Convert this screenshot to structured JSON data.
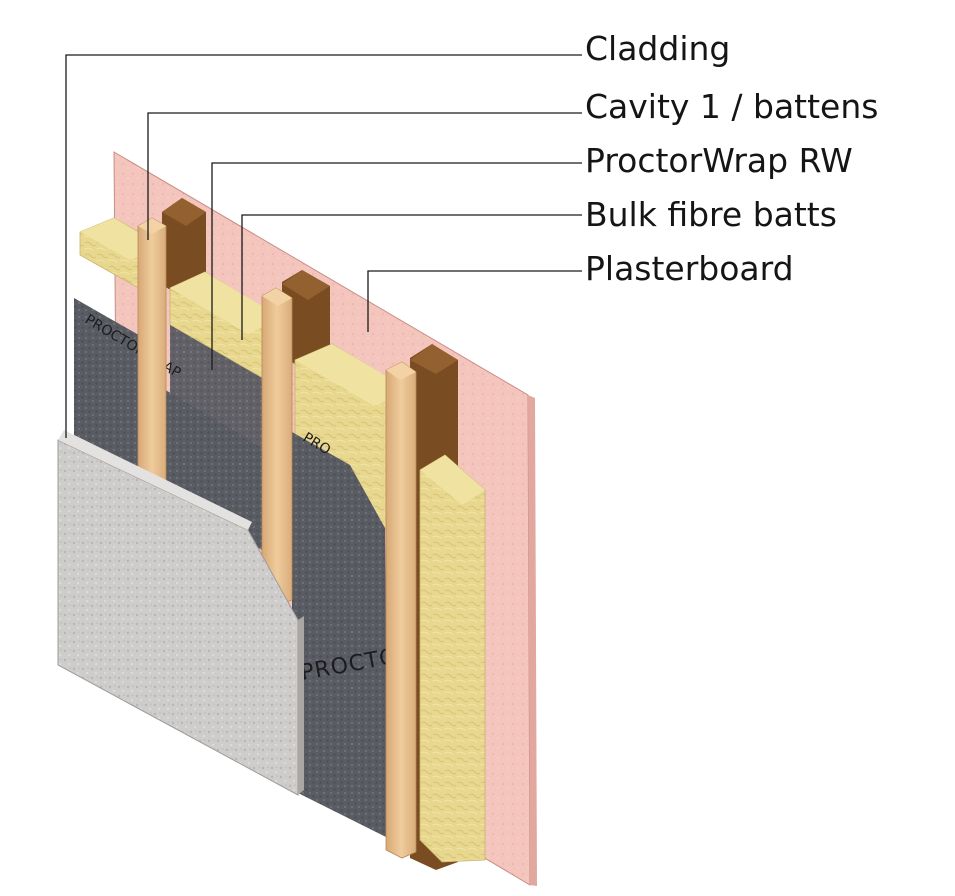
{
  "labels": {
    "cladding": "Cladding",
    "cavity": "Cavity 1 / battens",
    "wrap": "ProctorWrap RW",
    "batts": "Bulk fibre batts",
    "plasterboard": "Plasterboard"
  },
  "wrap_print": {
    "main": "PROCTOR",
    "main_partial": "PROCTO",
    "top_partial": "PROCTORWRAP",
    "edge_partial": "PRO"
  },
  "colors": {
    "plasterboard": "#f4c5bd",
    "membrane": "#5d5f66",
    "insulation": "#e8d78e",
    "batten": "#e2b98a",
    "stud": "#7a4c22",
    "cladding": "#cfcdcb",
    "leader": "#1a1a1a"
  }
}
